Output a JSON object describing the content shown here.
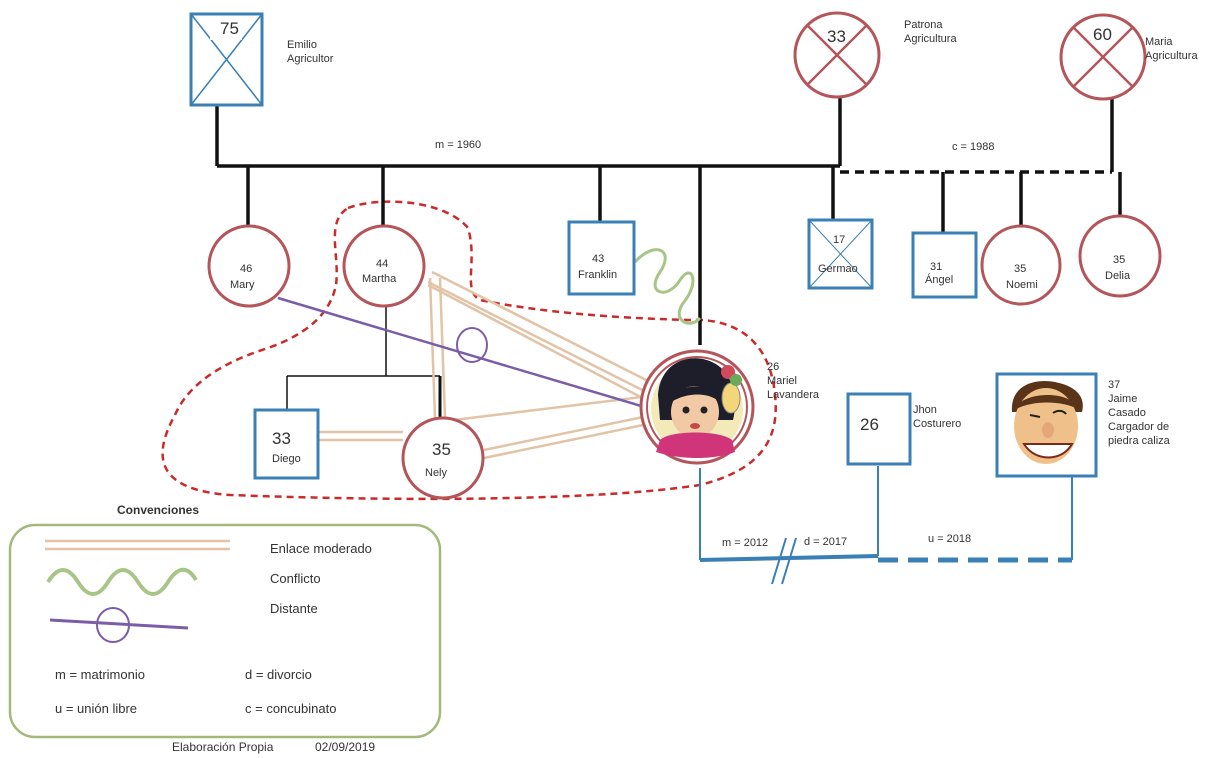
{
  "people": {
    "emilio": {
      "age": "75",
      "name": "Emilio",
      "occupation": "Agricultor"
    },
    "patrona": {
      "age": "33",
      "name": "Patrona",
      "occupation": "Agricultura"
    },
    "maria": {
      "age": "60",
      "name": "Maria",
      "occupation": "Agricultura"
    },
    "mary": {
      "age": "46",
      "name": "Mary"
    },
    "martha": {
      "age": "44",
      "name": "Martha"
    },
    "franklin": {
      "age": "43",
      "name": "Franklin"
    },
    "germao": {
      "age": "17",
      "name": "Germao"
    },
    "angel": {
      "age": "31",
      "name": "Ángel"
    },
    "noemi": {
      "age": "35",
      "name": "Noemi"
    },
    "delia": {
      "age": "35",
      "name": "Delia"
    },
    "diego": {
      "age": "33",
      "name": "Diego"
    },
    "nely": {
      "age": "35",
      "name": "Nely"
    },
    "mariel": {
      "age": "26",
      "name": "Mariel",
      "occupation": "Lavandera"
    },
    "jhon": {
      "age": "26",
      "name": "Jhon",
      "occupation": "Costurero"
    },
    "jaime": {
      "age": "37",
      "name": "Jaime",
      "surname": "Casado",
      "occupation_l1": "Cargador de",
      "occupation_l2": "piedra caliza"
    }
  },
  "unions": {
    "m1960": "m = 1960",
    "c1988": "c = 1988",
    "m2012": "m = 2012",
    "d2017": "d = 2017",
    "u2018": "u = 2018"
  },
  "legend": {
    "title": "Convenciones",
    "moderate": "Enlace moderado",
    "conflict": "Conflicto",
    "distant": "Distante",
    "m": "m = matrimonio",
    "d": "d = divorcio",
    "u": "u = unión libre",
    "c": "c = concubinato"
  },
  "footer": {
    "author": "Elaboración Propia",
    "date": "02/09/2019"
  },
  "colors": {
    "male": "#3a7fb5",
    "female": "#b5555a",
    "close_boundary": "#cc2a2a",
    "moderate_link": "#e2c3a6",
    "conflict": "#a7c586",
    "distant": "#7b5ca8",
    "legend_border": "#a4b87a"
  }
}
